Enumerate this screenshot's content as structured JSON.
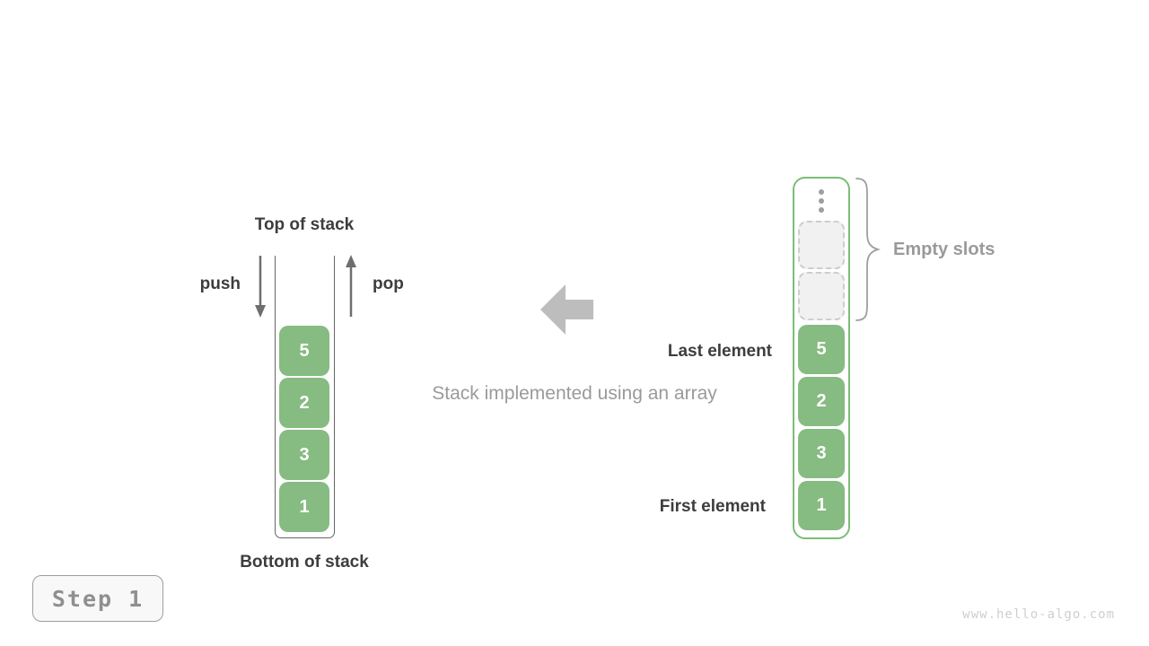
{
  "colors": {
    "cell_green": "#86bb81",
    "array_border_green": "#7cbd77",
    "dark_text": "#3d3d3d",
    "gray_text": "#9a9a9a",
    "big_arrow_gray": "#bdbdbd",
    "thin_arrow_gray": "#6e6e6e",
    "empty_slot_fill": "#f1f1f1",
    "empty_slot_border": "#cdcdcd",
    "watermark_gray": "#cfcfcf"
  },
  "left_stack": {
    "top_label": "Top of stack",
    "bottom_label": "Bottom of stack",
    "push_label": "push",
    "pop_label": "pop",
    "cells": [
      "5",
      "2",
      "3",
      "1"
    ]
  },
  "center": {
    "caption": "Stack implemented using an array",
    "arrow_icon": "left-block-arrow"
  },
  "right_array": {
    "ellipsis_icon": "vertical-ellipsis",
    "empty_slots_count": 2,
    "empty_slots_label": "Empty slots",
    "last_element_label": "Last element",
    "first_element_label": "First element",
    "cells": [
      "5",
      "2",
      "3",
      "1"
    ]
  },
  "footer": {
    "step_label": "Step 1",
    "watermark": "www.hello-algo.com"
  }
}
